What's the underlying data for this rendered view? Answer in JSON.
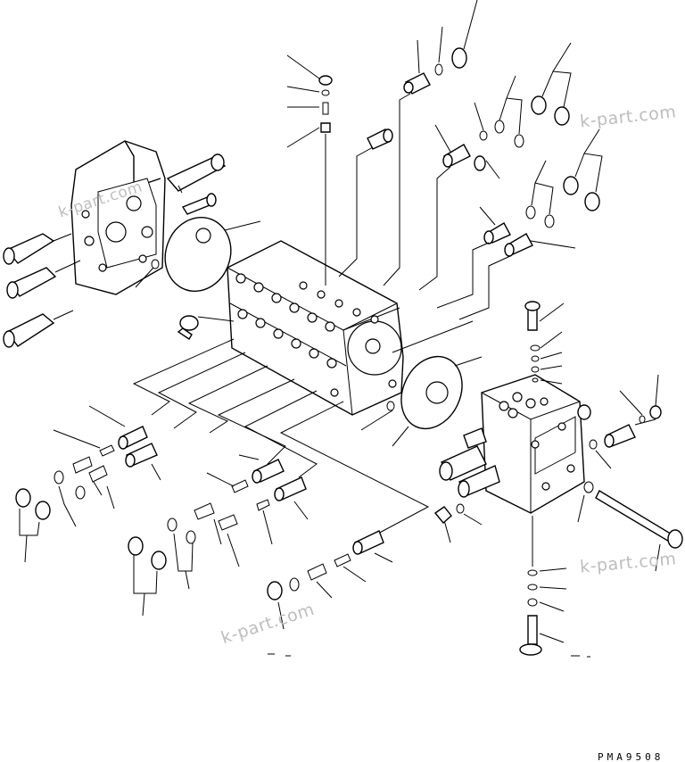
{
  "watermarks": [
    {
      "text": "k-part.com"
    },
    {
      "text": "k-part.com"
    },
    {
      "text": "k-part.com"
    },
    {
      "text": "k-part.com"
    }
  ],
  "drawing_code": "PMA9508"
}
